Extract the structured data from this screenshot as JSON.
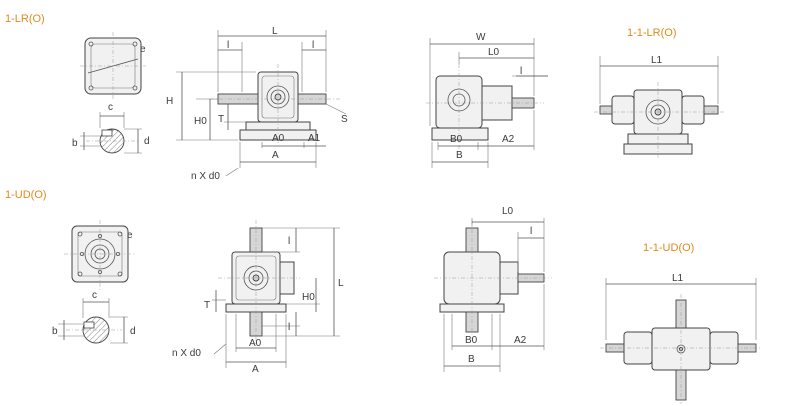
{
  "titles": {
    "lr": "1-LR(O)",
    "ud": "1-UD(O)",
    "lr_double": "1-1-LR(O)",
    "ud_double": "1-1-UD(O)"
  },
  "title_color": "#e08a1e",
  "labels": {
    "L": "L",
    "l": "l",
    "H": "H",
    "H0": "H0",
    "T": "T",
    "S": "S",
    "A0": "A0",
    "A1": "A1",
    "A": "A",
    "nd0": "n X d0",
    "e": "e",
    "c": "c",
    "d": "d",
    "b": "b",
    "W": "W",
    "L0": "L0",
    "B0": "B0",
    "B": "B",
    "A2": "A2",
    "L1": "L1"
  }
}
